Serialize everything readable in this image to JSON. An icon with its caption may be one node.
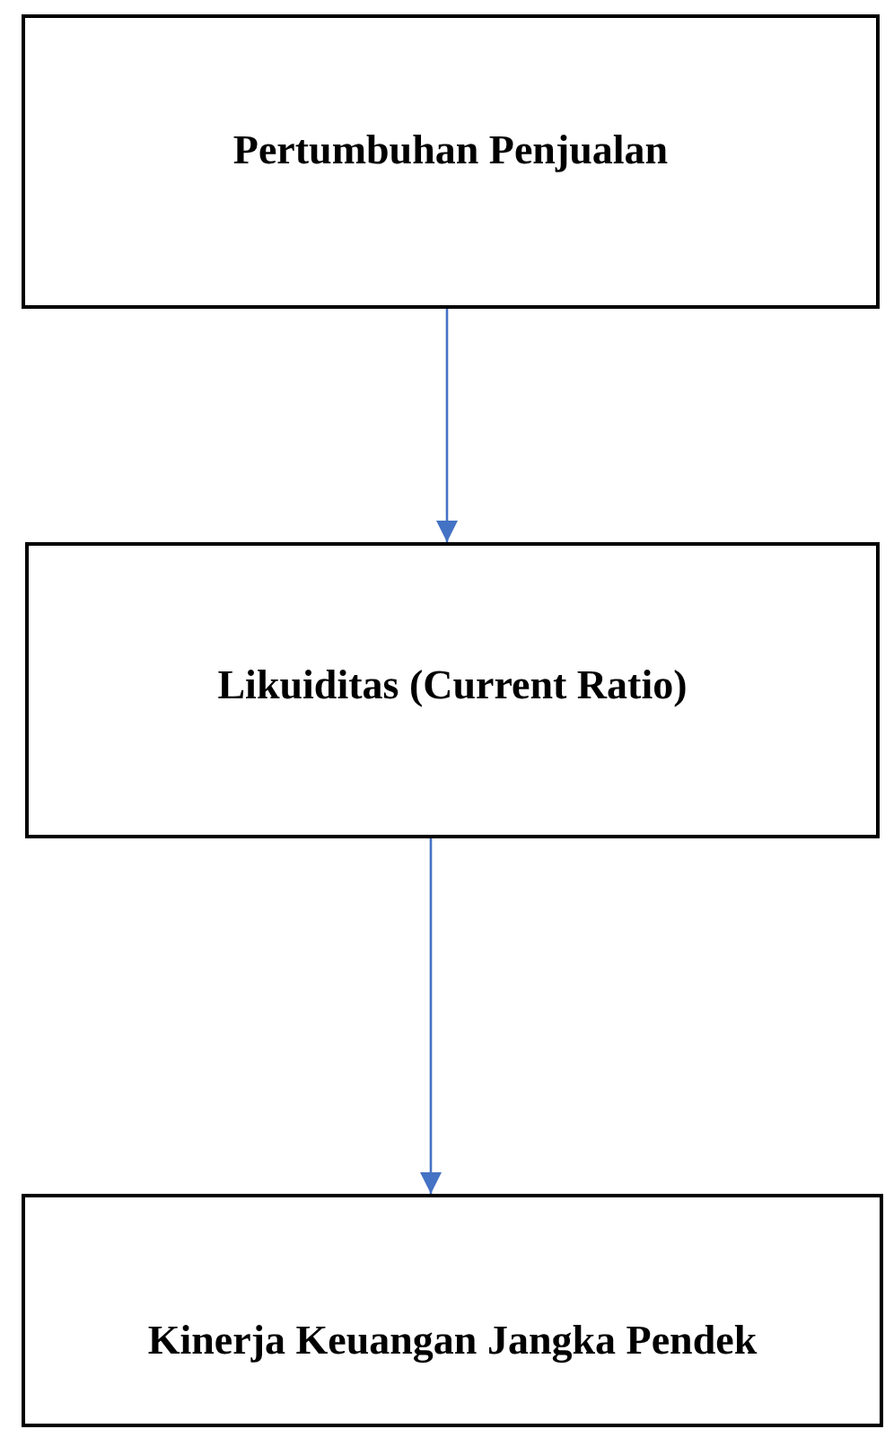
{
  "diagram": {
    "nodes": [
      {
        "text": [
          "Pertumbuhan Penjualan"
        ]
      },
      {
        "text": [
          "Likuiditas (Current Ratio)"
        ]
      },
      {
        "text": [
          "Kinerja Keuangan Jangka Pendek"
        ]
      }
    ],
    "edges": [
      {
        "from": 0,
        "to": 1,
        "arrow": "to"
      },
      {
        "from": 1,
        "to": 2,
        "arrow": "to"
      }
    ]
  }
}
